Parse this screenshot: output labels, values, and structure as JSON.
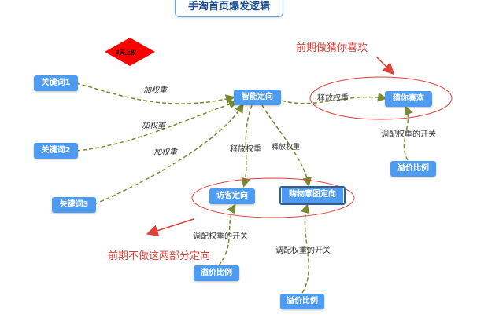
{
  "title": "手淘首页爆发逻辑",
  "diamond_label": "3天上权",
  "nodes": {
    "keyword1": "关键词1",
    "keyword2": "关键词2",
    "keyword3": "关键词3",
    "smart_targeting": "智能定向",
    "guess_you_like": "猜你喜欢",
    "visitor_targeting": "访客定向",
    "purchase_intent": "购物意图定向",
    "premium_ratio_1": "溢价比例",
    "premium_ratio_2": "溢价比例",
    "premium_ratio_3": "溢价比例"
  },
  "edge_labels": {
    "add_weight_1": "加权重",
    "add_weight_2": "加权重",
    "add_weight_3": "加权重",
    "release_weight_right": "释放权重",
    "release_weight_left": "释放权重",
    "release_weight_mid": "释放权重",
    "adjust_switch_right": "调配权重的开关",
    "adjust_switch_left": "调配权重的开关",
    "adjust_switch_mid": "调配权重的开关"
  },
  "annotations": {
    "early_guess": "前期做猜你喜欢",
    "early_no_split": "前期不做这两部分定向"
  },
  "colors": {
    "node_fill": "#4d9cf2",
    "edge": "#7a8a30",
    "annotation_red": "#e0403a",
    "diamond_red": "#ff0000"
  }
}
